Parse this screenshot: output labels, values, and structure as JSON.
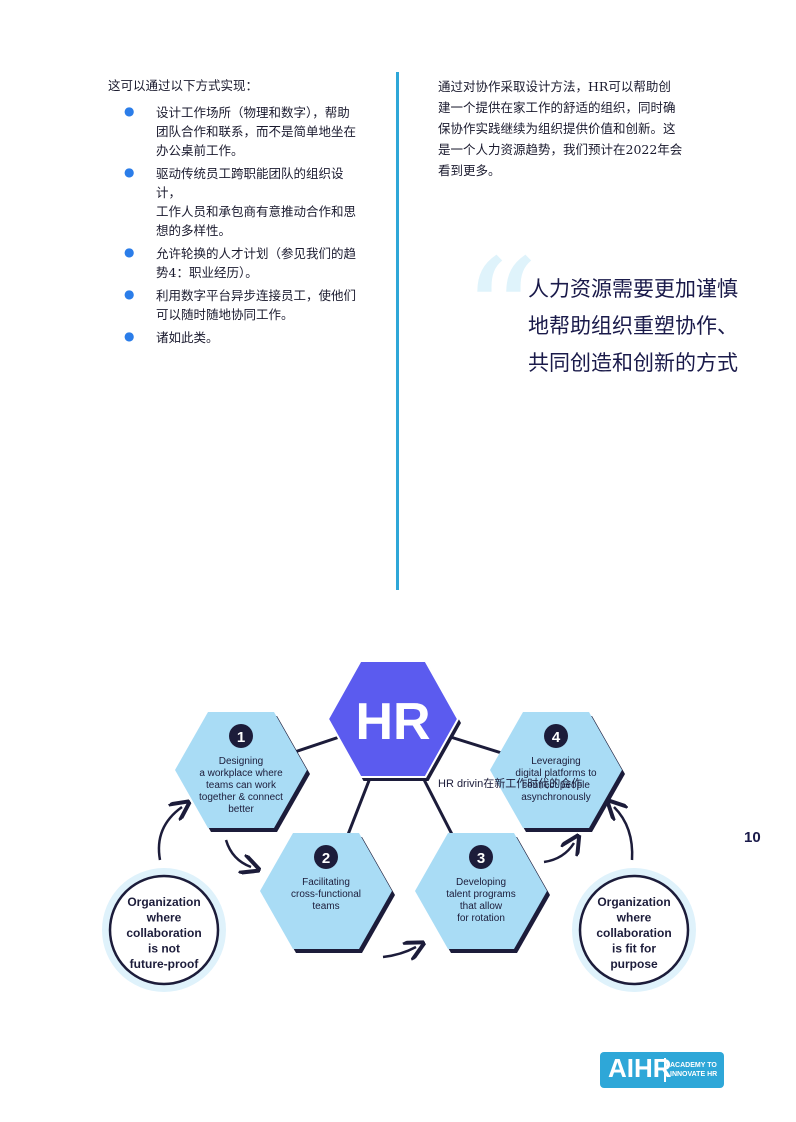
{
  "left": {
    "intro": "这可以通过以下方式实现：",
    "bullets": [
      "设计工作场所（物理和数字），帮助团队合作和联系，而不是简单地坐在办公桌前工作。",
      "驱动传统员工跨职能团队的组织设计，\n工作人员和承包商有意推动合作和思想的多样性。",
      "允许轮换的人才计划（参见我们的趋势4：职业经历）。",
      "利用数字平台异步连接员工，使他们可以随时随地协同工作。",
      "诸如此类。"
    ],
    "bullet_symbol": "●"
  },
  "right": {
    "paragraph": "通过对协作采取设计方法，HR可以帮助创\n建一个提供在家工作的舒适的组织，同时确\n保协作实践继续为组织提供价值和创新。这\n是一个人力资源趋势，我们预计在2022年会\n看到更多。",
    "quote_mark": "“",
    "quote": "人力资源需要更加谨慎\n地帮助组织重塑协作、\n共同创造和创新的方式"
  },
  "page_number": "10",
  "diagram": {
    "center": "HR",
    "overlay_caption": "HR drivin在新工作时代的合作",
    "steps": [
      {
        "num": "1",
        "lines": [
          "Designing",
          "a workplace where",
          "teams can work",
          "together & connect",
          "better"
        ]
      },
      {
        "num": "2",
        "lines": [
          "Facilitating",
          "cross-functional",
          "teams"
        ]
      },
      {
        "num": "3",
        "lines": [
          "Developing",
          "talent programs",
          "that allow",
          "for rotation"
        ]
      },
      {
        "num": "4",
        "lines": [
          "Leveraging",
          "digital platforms to",
          "connect people",
          "asynchronously"
        ]
      }
    ],
    "left_outcome": [
      "Organization",
      "where",
      "collaboration",
      "is not",
      "future-proof"
    ],
    "right_outcome": [
      "Organization",
      "where",
      "collaboration",
      "is fit for",
      "purpose"
    ],
    "colors": {
      "center": "#5b5bef",
      "step": "#a9dcf5",
      "dark": "#1c1c3a",
      "circle_ring": "#dff2fb"
    }
  },
  "logo": {
    "main": "AIHR",
    "sub": "ACADEMY TO\nINNOVATE HR",
    "color": "#2ea7d8"
  }
}
